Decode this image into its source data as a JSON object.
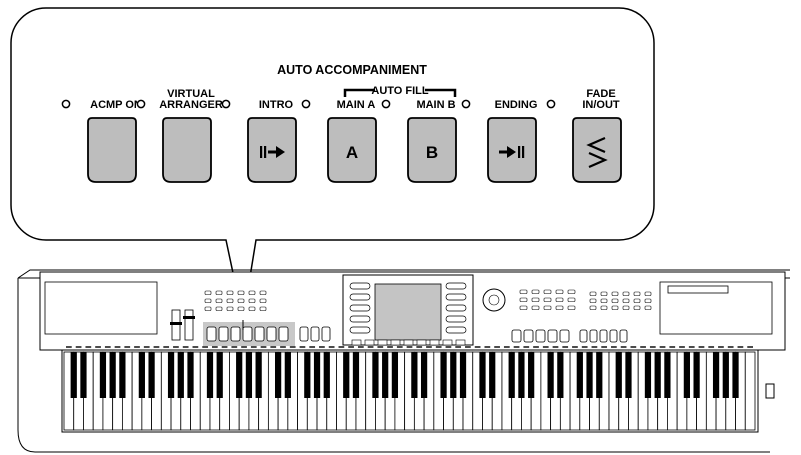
{
  "panel": {
    "title": "AUTO ACCOMPANIMENT",
    "group_label": "AUTO FILL",
    "buttons": [
      {
        "id": "acmp-on",
        "label_lines": [
          "ACMP ON"
        ],
        "face": "",
        "icon": "none"
      },
      {
        "id": "virtual-arranger",
        "label_lines": [
          "VIRTUAL",
          "ARRANGER"
        ],
        "face": "",
        "icon": "none"
      },
      {
        "id": "intro",
        "label_lines": [
          "INTRO"
        ],
        "face": "",
        "icon": "intro-icon"
      },
      {
        "id": "main-a",
        "label_lines": [
          "MAIN A"
        ],
        "face": "A",
        "icon": "none"
      },
      {
        "id": "main-b",
        "label_lines": [
          "MAIN B"
        ],
        "face": "B",
        "icon": "none"
      },
      {
        "id": "ending",
        "label_lines": [
          "ENDING"
        ],
        "face": "",
        "icon": "ending-icon"
      },
      {
        "id": "fade-in-out",
        "label_lines": [
          "FADE",
          "IN/OUT"
        ],
        "face": "",
        "icon": "fade-icon"
      }
    ]
  },
  "keyboard": {
    "octaves": 10,
    "colors": {
      "button_fill": "#bdbdbd",
      "highlight": "#c8c8c8",
      "lcd": "#c4c4c4",
      "ink": "#000000",
      "paper": "#ffffff"
    }
  }
}
